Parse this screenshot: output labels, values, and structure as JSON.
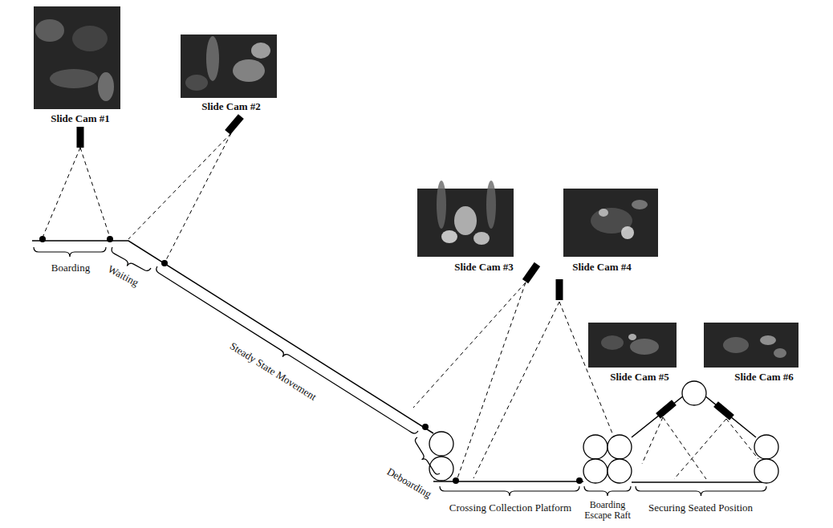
{
  "diagram": {
    "labels": [
      "Slide Cam #1",
      "Slide Cam #2",
      "Slide Cam #3",
      "Slide Cam #4",
      "Slide Cam #5",
      "Slide Cam #6",
      "Boarding",
      "Waiting",
      "Steady State Movement",
      "Deboarding",
      "Crossing Collection Platform",
      "Boarding Escape Raft",
      "Securing Seated Position"
    ]
  }
}
